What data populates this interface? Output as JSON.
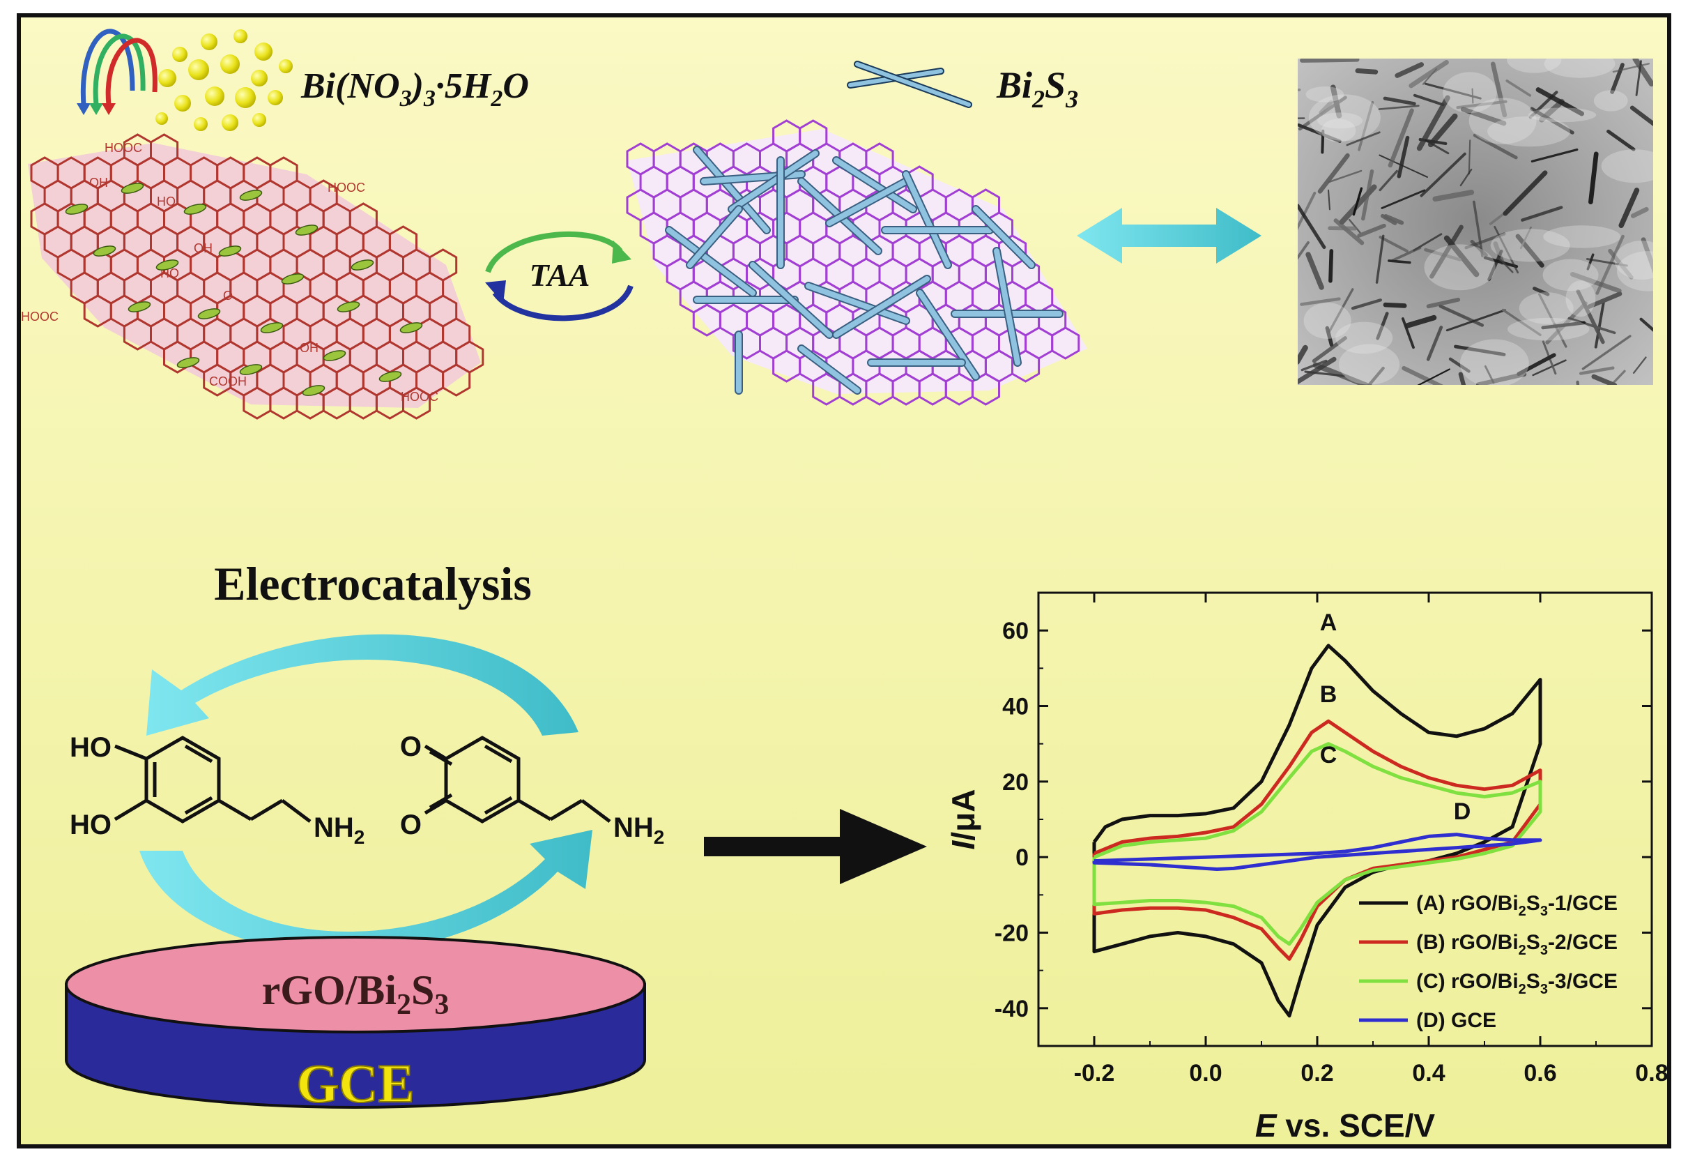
{
  "top": {
    "precursor": {
      "main": "Bi(NO",
      "sub1": "3",
      "mid": ")",
      "sub2": "3",
      "tail": "·5H",
      "sub3": "2",
      "end": "O"
    },
    "product": {
      "main": "Bi",
      "sub1": "2",
      "mid": "S",
      "sub2": "3"
    },
    "reagent": "TAA",
    "go_labels": [
      "HOOC",
      "HOOC",
      "HOOC",
      "HOOC",
      "COOH",
      "OH",
      "HO",
      "OH",
      "HO",
      "O",
      "OH"
    ]
  },
  "bottom": {
    "title": "Electrocatalysis",
    "molecules": {
      "dopamine": {
        "ho_top": "HO",
        "ho_bottom": "HO",
        "nh2": "NH",
        "nh2_sub": "2"
      },
      "quinone": {
        "o_top": "O",
        "o_bottom": "O",
        "nh2": "NH",
        "nh2_sub": "2"
      }
    },
    "electrode": {
      "film": {
        "main": "rGO/Bi",
        "sub1": "2",
        "mid": "S",
        "sub2": "3"
      },
      "base": "GCE"
    }
  },
  "colors": {
    "background_top": "#fbf9c4",
    "background_bottom": "#eef09a",
    "frame": "#111111",
    "cyan_arrow": "#5fd6e0",
    "electrode_top": "#ee8fa8",
    "electrode_body": "#2a2a9a",
    "gce_text": "#f2e40c",
    "go_sheet": "#b0372f",
    "go_fill": "#f3cfd6",
    "rgo_sheet": "#a23fd3",
    "rod": "#8fc3e0"
  },
  "chart_data": {
    "type": "line",
    "xlabel": {
      "italic": "E",
      "rest": " vs. SCE/V"
    },
    "ylabel": {
      "italic": "I",
      "rest": "/μA"
    },
    "xlim": [
      -0.3,
      0.8
    ],
    "ylim": [
      -50,
      70
    ],
    "xticks": [
      -0.2,
      0.0,
      0.2,
      0.4,
      0.6,
      0.8
    ],
    "xtick_labels": [
      "-0.2",
      "0.0",
      "0.2",
      "0.4",
      "0.6",
      "0.8"
    ],
    "yticks": [
      -40,
      -20,
      0,
      20,
      40,
      60
    ],
    "ytick_labels": [
      "-40",
      "-20",
      "0",
      "20",
      "40",
      "60"
    ],
    "grid": false,
    "legend_position": "bottom-right",
    "series": [
      {
        "name": "(A) rGO/Bi2S3-1/GCE",
        "legend": {
          "pre": "(A) rGO/Bi",
          "s1": "2",
          "mid": "S",
          "s2": "3",
          "post": "-1/GCE"
        },
        "label": "A",
        "color": "#111111",
        "forward": [
          [
            -0.2,
            4
          ],
          [
            -0.18,
            8
          ],
          [
            -0.15,
            10
          ],
          [
            -0.1,
            11
          ],
          [
            -0.05,
            11
          ],
          [
            0.0,
            11.5
          ],
          [
            0.05,
            13
          ],
          [
            0.1,
            20
          ],
          [
            0.15,
            35
          ],
          [
            0.19,
            50
          ],
          [
            0.22,
            56
          ],
          [
            0.25,
            52
          ],
          [
            0.3,
            44
          ],
          [
            0.35,
            38
          ],
          [
            0.4,
            33
          ],
          [
            0.45,
            32
          ],
          [
            0.5,
            34
          ],
          [
            0.55,
            38
          ],
          [
            0.6,
            47
          ]
        ],
        "reverse": [
          [
            0.6,
            47
          ],
          [
            0.6,
            30
          ],
          [
            0.55,
            8
          ],
          [
            0.5,
            4
          ],
          [
            0.45,
            1
          ],
          [
            0.4,
            -1
          ],
          [
            0.35,
            -2
          ],
          [
            0.3,
            -4
          ],
          [
            0.25,
            -8
          ],
          [
            0.2,
            -18
          ],
          [
            0.17,
            -32
          ],
          [
            0.15,
            -42
          ],
          [
            0.13,
            -38
          ],
          [
            0.1,
            -28
          ],
          [
            0.05,
            -23
          ],
          [
            0.0,
            -21
          ],
          [
            -0.05,
            -20
          ],
          [
            -0.1,
            -21
          ],
          [
            -0.15,
            -23
          ],
          [
            -0.2,
            -25
          ]
        ]
      },
      {
        "name": "(B) rGO/Bi2S3-2/GCE",
        "legend": {
          "pre": "(B) rGO/Bi",
          "s1": "2",
          "mid": "S",
          "s2": "3",
          "post": "-2/GCE"
        },
        "label": "B",
        "color": "#cc2a20",
        "forward": [
          [
            -0.2,
            1
          ],
          [
            -0.15,
            4
          ],
          [
            -0.1,
            5
          ],
          [
            -0.05,
            5.5
          ],
          [
            0.0,
            6.5
          ],
          [
            0.05,
            8
          ],
          [
            0.1,
            14
          ],
          [
            0.15,
            24
          ],
          [
            0.19,
            33
          ],
          [
            0.22,
            36
          ],
          [
            0.25,
            33
          ],
          [
            0.3,
            28
          ],
          [
            0.35,
            24
          ],
          [
            0.4,
            21
          ],
          [
            0.45,
            19
          ],
          [
            0.5,
            18
          ],
          [
            0.55,
            19
          ],
          [
            0.6,
            23
          ]
        ],
        "reverse": [
          [
            0.6,
            23
          ],
          [
            0.6,
            14
          ],
          [
            0.55,
            4
          ],
          [
            0.5,
            2
          ],
          [
            0.45,
            0
          ],
          [
            0.4,
            -1
          ],
          [
            0.35,
            -2
          ],
          [
            0.3,
            -3
          ],
          [
            0.25,
            -6
          ],
          [
            0.2,
            -13
          ],
          [
            0.17,
            -22
          ],
          [
            0.15,
            -27
          ],
          [
            0.13,
            -24
          ],
          [
            0.1,
            -19
          ],
          [
            0.05,
            -16
          ],
          [
            0.0,
            -14
          ],
          [
            -0.05,
            -13.5
          ],
          [
            -0.1,
            -13.5
          ],
          [
            -0.15,
            -14
          ],
          [
            -0.2,
            -15
          ]
        ]
      },
      {
        "name": "(C) rGO/Bi2S3-3/GCE",
        "legend": {
          "pre": "(C) rGO/Bi",
          "s1": "2",
          "mid": "S",
          "s2": "3",
          "post": "-3/GCE"
        },
        "label": "C",
        "color": "#7fe040",
        "forward": [
          [
            -0.2,
            0
          ],
          [
            -0.15,
            3
          ],
          [
            -0.1,
            4
          ],
          [
            -0.05,
            4.5
          ],
          [
            0.0,
            5
          ],
          [
            0.05,
            7
          ],
          [
            0.1,
            12
          ],
          [
            0.15,
            21
          ],
          [
            0.19,
            28
          ],
          [
            0.22,
            30
          ],
          [
            0.25,
            28
          ],
          [
            0.3,
            24
          ],
          [
            0.35,
            21
          ],
          [
            0.4,
            19
          ],
          [
            0.45,
            17
          ],
          [
            0.5,
            16
          ],
          [
            0.55,
            17
          ],
          [
            0.6,
            20
          ]
        ],
        "reverse": [
          [
            0.6,
            20
          ],
          [
            0.6,
            12
          ],
          [
            0.55,
            3
          ],
          [
            0.5,
            1
          ],
          [
            0.45,
            -0.5
          ],
          [
            0.4,
            -1.5
          ],
          [
            0.35,
            -2.5
          ],
          [
            0.3,
            -3.5
          ],
          [
            0.25,
            -6
          ],
          [
            0.2,
            -12
          ],
          [
            0.17,
            -19
          ],
          [
            0.15,
            -23
          ],
          [
            0.13,
            -21
          ],
          [
            0.1,
            -16
          ],
          [
            0.05,
            -13
          ],
          [
            0.0,
            -12
          ],
          [
            -0.05,
            -11.5
          ],
          [
            -0.1,
            -11.5
          ],
          [
            -0.15,
            -12
          ],
          [
            -0.2,
            -12.5
          ]
        ]
      },
      {
        "name": "(D) GCE",
        "legend": {
          "pre": "(D) GCE",
          "s1": "",
          "mid": "",
          "s2": "",
          "post": ""
        },
        "label": "D",
        "color": "#2f2fcf",
        "forward": [
          [
            -0.2,
            -1
          ],
          [
            -0.1,
            -0.5
          ],
          [
            0.0,
            0
          ],
          [
            0.1,
            0.5
          ],
          [
            0.2,
            1
          ],
          [
            0.25,
            1.5
          ],
          [
            0.3,
            2.5
          ],
          [
            0.35,
            4
          ],
          [
            0.4,
            5.5
          ],
          [
            0.45,
            6
          ],
          [
            0.5,
            5
          ],
          [
            0.55,
            4.5
          ],
          [
            0.6,
            4.5
          ]
        ],
        "reverse": [
          [
            0.6,
            4.5
          ],
          [
            0.55,
            3.5
          ],
          [
            0.5,
            3
          ],
          [
            0.45,
            2.5
          ],
          [
            0.4,
            2
          ],
          [
            0.3,
            1
          ],
          [
            0.2,
            0
          ],
          [
            0.15,
            -1
          ],
          [
            0.1,
            -2
          ],
          [
            0.05,
            -3
          ],
          [
            0.02,
            -3.2
          ],
          [
            -0.05,
            -2.5
          ],
          [
            -0.1,
            -2
          ],
          [
            -0.2,
            -1.5
          ]
        ]
      }
    ],
    "curve_labels": [
      {
        "text": "A",
        "x": 0.22,
        "y": 60
      },
      {
        "text": "B",
        "x": 0.22,
        "y": 41
      },
      {
        "text": "C",
        "x": 0.22,
        "y": 25
      },
      {
        "text": "D",
        "x": 0.46,
        "y": 10
      }
    ]
  }
}
